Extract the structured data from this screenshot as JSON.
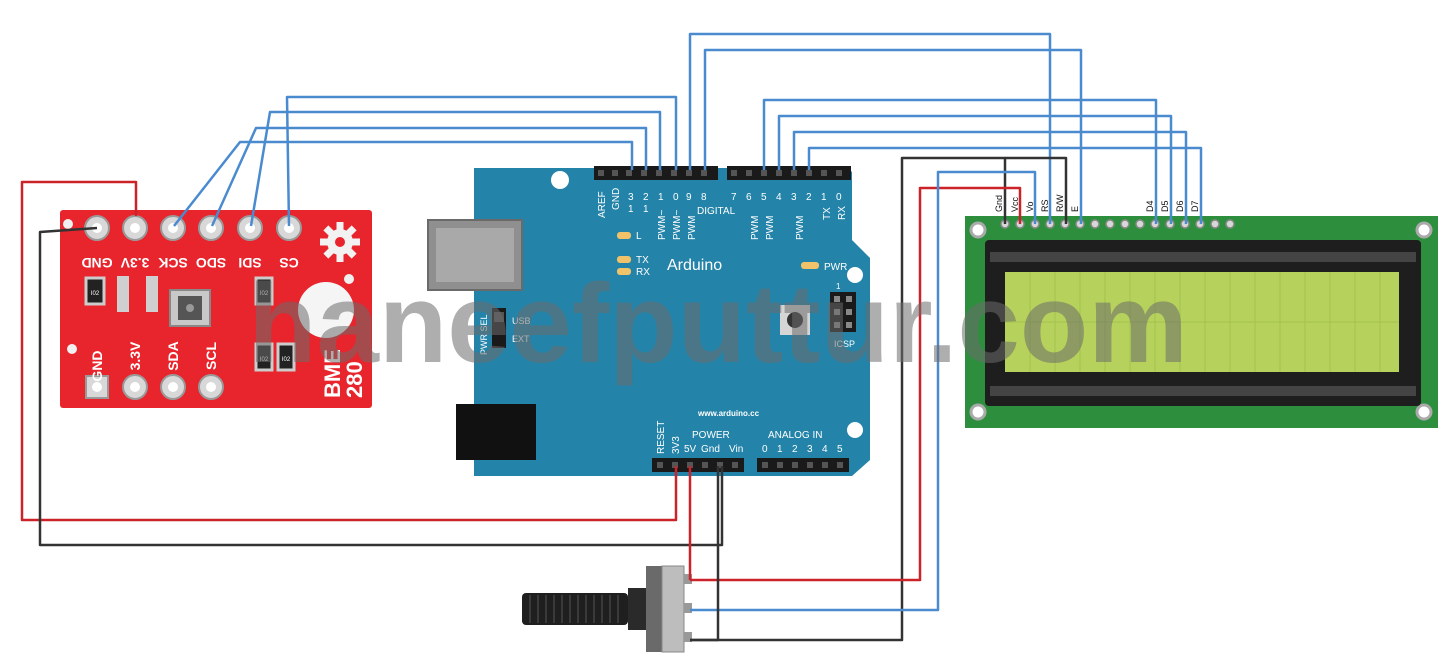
{
  "watermark": "haneefputtur.com",
  "bme280": {
    "top_pins": [
      "GND",
      "3.3V",
      "SCK",
      "SDO",
      "SDI",
      "CS"
    ],
    "bottom_pins": [
      "GND",
      "3.3V",
      "SDA",
      "SCL"
    ],
    "name_line1": "BME",
    "name_line2": "280",
    "resistor_label": "I02",
    "color": "#e8242c"
  },
  "arduino": {
    "brand": "Arduino",
    "url": "www.arduino.cc",
    "digital_label": "DIGITAL",
    "power_label": "POWER",
    "analog_label": "ANALOG IN",
    "icsp_label": "ICSP",
    "pwr_led_label": "PWR",
    "led_l": "L",
    "led_tx": "TX",
    "led_rx": "RX",
    "pwr_sel": "PWR SEL",
    "usb": "USB",
    "ext": "EXT",
    "header_left_top": [
      "AREF",
      "GND",
      "1",
      "1",
      "1",
      "0",
      "9",
      "8"
    ],
    "header_left_digits": [
      "3",
      "2",
      "1",
      "0"
    ],
    "pwm": "PWM",
    "pwm_approx": "PWM~",
    "header_right_digits": [
      "7",
      "6",
      "5",
      "4",
      "3",
      "2",
      "1",
      "0"
    ],
    "tx": "TX",
    "rx": "RX",
    "power_pins": [
      "RESET",
      "3V3",
      "5V",
      "Gnd",
      "Vin"
    ],
    "analog_pins": [
      "0",
      "1",
      "2",
      "3",
      "4",
      "5"
    ],
    "icsp_one": "1",
    "color": "#2483a8"
  },
  "lcd": {
    "pin_labels": [
      "Gnd",
      "Vcc",
      "Vo",
      "RS",
      "R/W",
      "E",
      "D4",
      "D5",
      "D6",
      "D7"
    ],
    "board_color": "#2d8f3e",
    "screen_color": "#b6d25c"
  },
  "wire_colors": {
    "signal": "#4a8bd0",
    "power": "#cc2229",
    "ground": "#333333"
  }
}
